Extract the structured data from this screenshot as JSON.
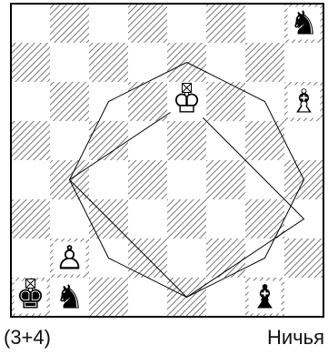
{
  "caption": {
    "material": "(3+4)",
    "result": "Ничья"
  },
  "colors": {
    "light_square": "#ffffff",
    "dark_square_hatch": "#555555",
    "border": "#000000",
    "lines": "#000000"
  },
  "board": {
    "pieces": [
      {
        "square": "h8",
        "color": "black",
        "type": "knight",
        "glyph": "♞",
        "name": "black-knight-h8"
      },
      {
        "square": "e6",
        "color": "white",
        "type": "king",
        "glyph": "♔",
        "name": "white-king-e6",
        "marked": true
      },
      {
        "square": "h6",
        "color": "white",
        "type": "bishop",
        "glyph": "♗",
        "name": "white-bishop-h6"
      },
      {
        "square": "b2",
        "color": "white",
        "type": "pawn",
        "glyph": "♙",
        "name": "white-pawn-b2"
      },
      {
        "square": "a1",
        "color": "black",
        "type": "king",
        "glyph": "♚",
        "name": "black-king-a1",
        "marked": true
      },
      {
        "square": "b1",
        "color": "black",
        "type": "knight",
        "glyph": "♞",
        "name": "black-knight-b1"
      },
      {
        "square": "g1",
        "color": "black",
        "type": "bishop",
        "glyph": "♝",
        "name": "black-bishop-g1"
      }
    ],
    "path_lines": [
      {
        "name": "octagon-route",
        "squares": [
          "e7",
          "g6",
          "h4",
          "g2",
          "e1",
          "c2",
          "b4",
          "c6",
          "e7"
        ]
      },
      {
        "name": "diamond-route",
        "squares": [
          "e6",
          "h3",
          "e1",
          "b4",
          "e6"
        ]
      }
    ]
  }
}
